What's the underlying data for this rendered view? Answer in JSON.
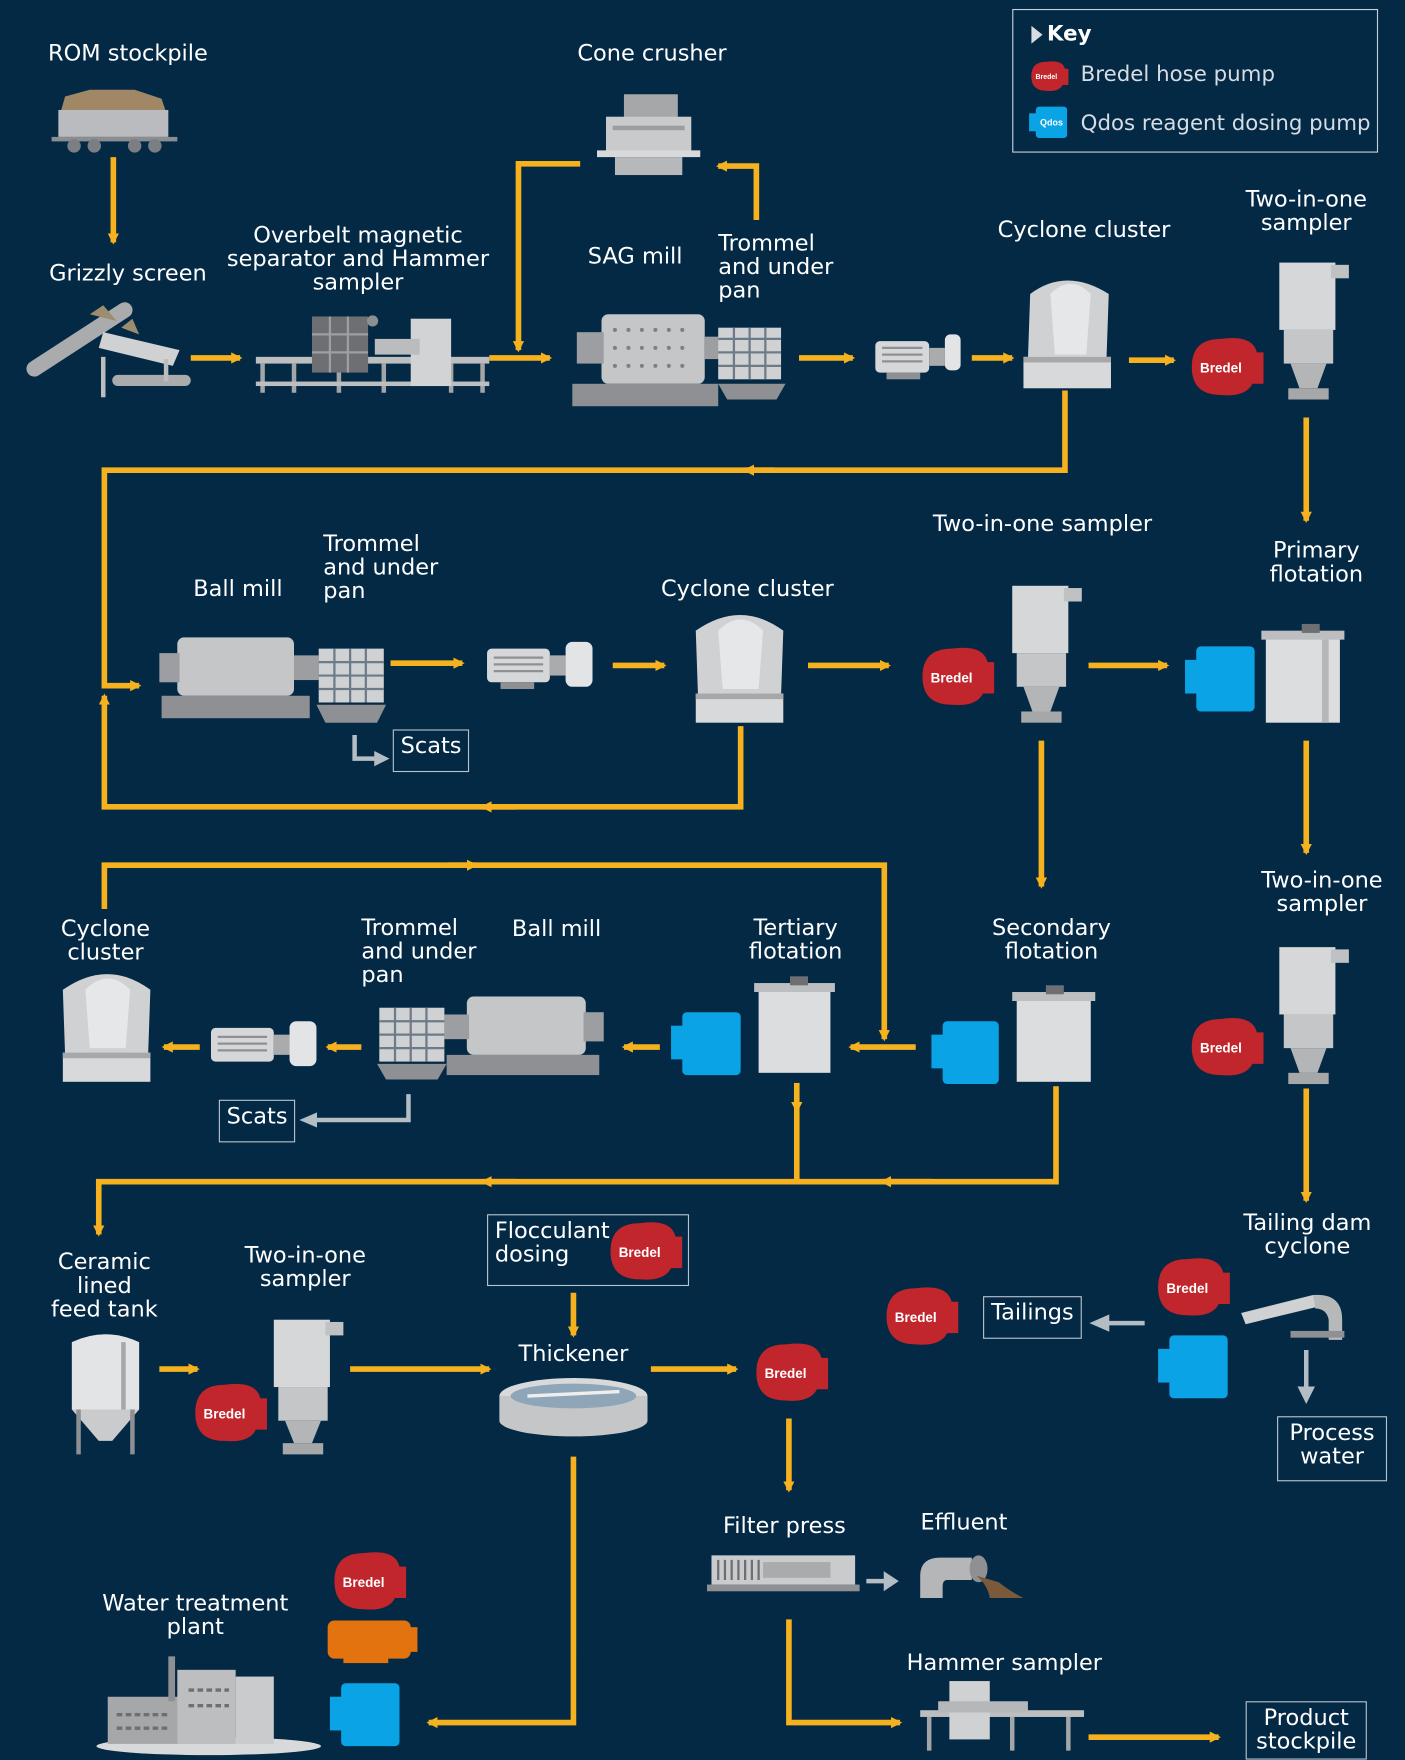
{
  "colors": {
    "background": "#042945",
    "flow_arrow": "#f5b21e",
    "secondary_arrow": "#b4bcc4",
    "bredel_pump": "#c0262c",
    "qdos_pump": "#0aa3e6",
    "other_pump": "#e2730f",
    "equipment": "#d1d3d4"
  },
  "key": {
    "title": "Key",
    "items": [
      {
        "label": "Bredel hose pump",
        "icon_text": "Bredel",
        "icon": "bredel-pump-icon"
      },
      {
        "label": "Qdos reagent dosing pump",
        "icon_text": "Qdos",
        "icon": "qdos-pump-icon"
      }
    ]
  },
  "pump_text": "Bredel",
  "labels": {
    "rom_stockpile": "ROM stockpile",
    "grizzly_screen": "Grizzly screen",
    "overbelt": "Overbelt magnetic\nseparator and Hammer\nsampler",
    "cone_crusher": "Cone crusher",
    "sag_mill": "SAG mill",
    "trommel_1": "Trommel\nand under\npan",
    "cyclone_cluster_1": "Cyclone cluster",
    "two_in_one_1": "Two-in-one\nsampler",
    "primary_flotation": "Primary\nflotation",
    "ball_mill_1": "Ball mill",
    "trommel_2": "Trommel\nand under\npan",
    "cyclone_cluster_2": "Cyclone cluster",
    "two_in_one_2": "Two-in-one sampler",
    "scats_1": "Scats",
    "two_in_one_3": "Two-in-one\nsampler",
    "cyclone_cluster_3": "Cyclone\ncluster",
    "trommel_3": "Trommel\nand under\npan",
    "ball_mill_2": "Ball mill",
    "tertiary_flotation": "Tertiary\nflotation",
    "secondary_flotation": "Secondary\nflotation",
    "scats_2": "Scats",
    "tailing_dam_cyclone": "Tailing dam\ncyclone",
    "tailings": "Tailings",
    "process_water": "Process\nwater",
    "ceramic_tank": "Ceramic\nlined\nfeed tank",
    "two_in_one_4": "Two-in-one\nsampler",
    "flocculant_dosing": "Flocculant\ndosing",
    "thickener": "Thickener",
    "filter_press": "Filter press",
    "effluent": "Effluent",
    "water_treatment": "Water treatment\nplant",
    "hammer_sampler": "Hammer sampler",
    "product_stockpile": "Product\nstockpile"
  }
}
